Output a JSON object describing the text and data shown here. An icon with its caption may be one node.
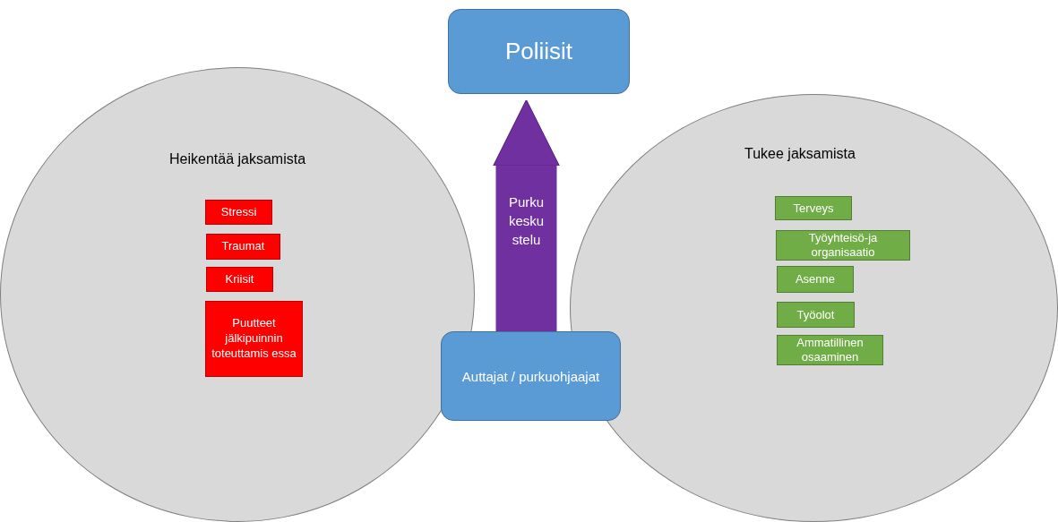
{
  "diagram": {
    "nodes": [
      {
        "text": [
          "Poliisit"
        ]
      },
      {
        "text": [
          "Heikentää jaksamista"
        ]
      },
      {
        "text": [
          "Stressi"
        ],
        "in": 1
      },
      {
        "text": [
          "Traumat"
        ],
        "in": 1
      },
      {
        "text": [
          "Kriisit"
        ],
        "in": 1
      },
      {
        "text": [
          "Puutteet jälkipuinnin toteuttamis essa"
        ],
        "in": 1
      },
      {
        "text": [
          "Tukee jaksamista"
        ]
      },
      {
        "text": [
          "Terveys"
        ],
        "in": 6
      },
      {
        "text": [
          "Työyhteisö-ja organisaatio"
        ],
        "in": 6
      },
      {
        "text": [
          "Asenne"
        ],
        "in": 6
      },
      {
        "text": [
          "Työolot"
        ],
        "in": 6
      },
      {
        "text": [
          "Ammatillinen osaaminen"
        ],
        "in": 6
      },
      {
        "text": [
          "Auttajat / purkuohjaajat"
        ]
      }
    ],
    "edges": [
      {
        "from": 12,
        "to": 0,
        "arrow": "to",
        "label": "Purku kesku stelu",
        "color": "#7030a0"
      }
    ]
  }
}
